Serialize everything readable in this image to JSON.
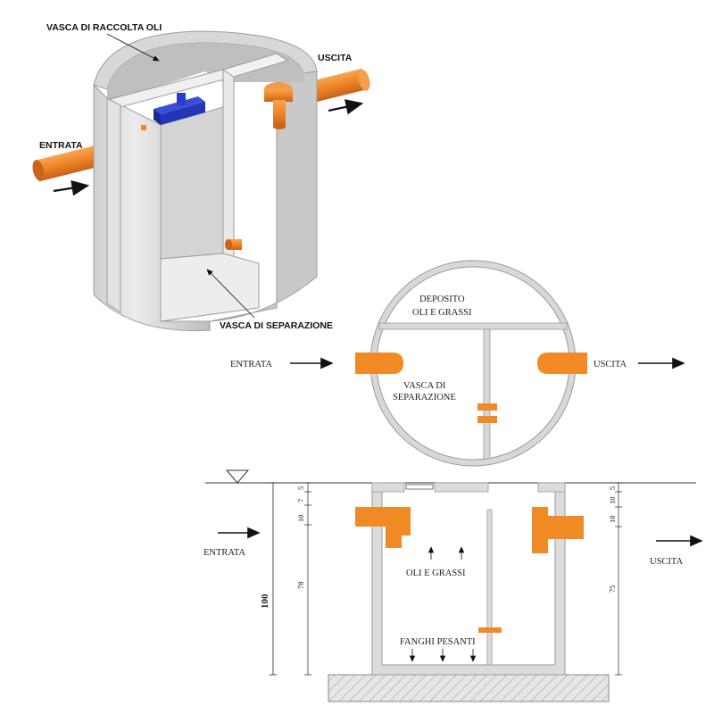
{
  "iso_view": {
    "top_label": "VASCA DI RACCOLTA OLI",
    "inlet_label": "ENTRATA",
    "outlet_label": "USCITA",
    "bottom_label": "VASCA DI SEPARAZIONE"
  },
  "plan_view": {
    "top_compartment_line1": "DEPOSITO",
    "top_compartment_line2": "OLI E GRASSI",
    "left_compartment_line1": "VASCA DI",
    "left_compartment_line2": "SEPARAZIONE",
    "inlet_label": "ENTRATA",
    "outlet_label": "USCITA"
  },
  "section_view": {
    "inlet_label": "ENTRATA",
    "outlet_label": "USCITA",
    "oil_label": "OLI E GRASSI",
    "sludge_label": "FANGHI PESANTI",
    "total_height": "100",
    "left_dims": [
      "5",
      "7",
      "10",
      "78"
    ],
    "right_dims": [
      "5",
      "10",
      "10",
      "75"
    ]
  },
  "colors": {
    "pipe_orange": "#f08a24",
    "pipe_dark": "#c9651a",
    "concrete": "#dcdcdc",
    "concrete_dark": "#b9b9b9",
    "baffle_blue": "#2436b8"
  }
}
